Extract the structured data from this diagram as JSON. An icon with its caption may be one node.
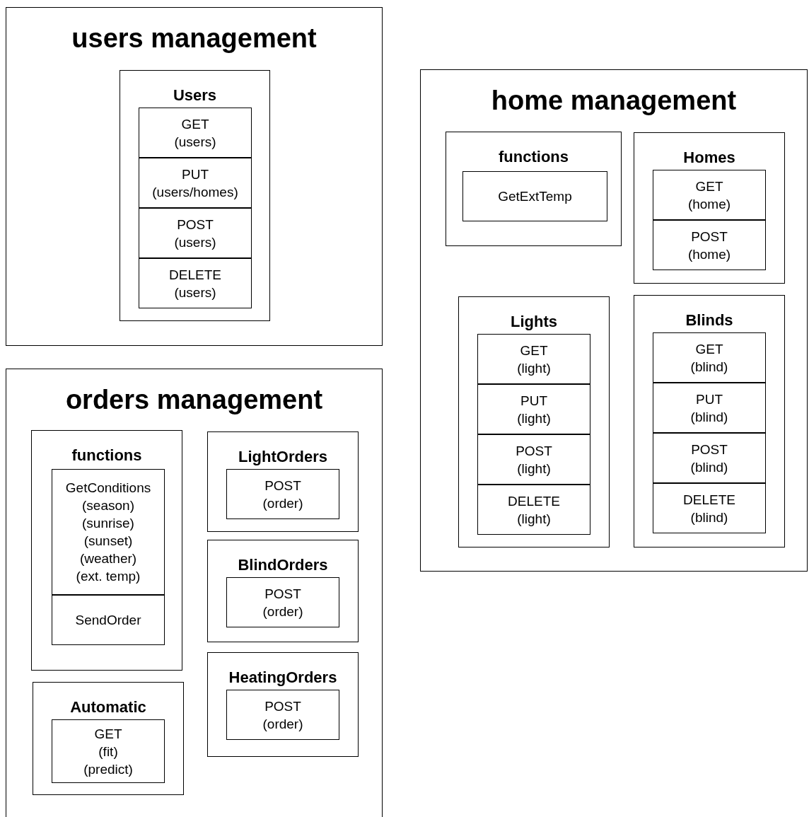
{
  "diagram": {
    "nodes": [
      {
        "text": [
          "users management"
        ]
      },
      {
        "text": [
          "Users"
        ],
        "in": 0
      },
      {
        "text": [
          "GET (users)"
        ],
        "in": 1
      },
      {
        "text": [
          "PUT (users/homes)"
        ],
        "in": 1
      },
      {
        "text": [
          "POST (users)"
        ],
        "in": 1
      },
      {
        "text": [
          "DELETE (users)"
        ],
        "in": 1
      },
      {
        "text": [
          "home management"
        ]
      },
      {
        "text": [
          "functions"
        ],
        "in": 6
      },
      {
        "text": [
          "GetExtTemp"
        ],
        "in": 7
      },
      {
        "text": [
          "Homes"
        ],
        "in": 6
      },
      {
        "text": [
          "GET (home)"
        ],
        "in": 9
      },
      {
        "text": [
          "POST (home)"
        ],
        "in": 9
      },
      {
        "text": [
          "Lights"
        ],
        "in": 6
      },
      {
        "text": [
          "GET (light)"
        ],
        "in": 12
      },
      {
        "text": [
          "PUT (light)"
        ],
        "in": 12
      },
      {
        "text": [
          "POST (light)"
        ],
        "in": 12
      },
      {
        "text": [
          "DELETE (light)"
        ],
        "in": 12
      },
      {
        "text": [
          "Blinds"
        ],
        "in": 6
      },
      {
        "text": [
          "GET (blind)"
        ],
        "in": 17
      },
      {
        "text": [
          "PUT (blind)"
        ],
        "in": 17
      },
      {
        "text": [
          "POST (blind)"
        ],
        "in": 17
      },
      {
        "text": [
          "DELETE (blind)"
        ],
        "in": 17
      },
      {
        "text": [
          "orders management"
        ]
      },
      {
        "text": [
          "functions"
        ],
        "in": 22
      },
      {
        "text": [
          "GetConditions (season) (sunrise) (sunset) (weather) (ext. temp)"
        ],
        "in": 23
      },
      {
        "text": [
          "SendOrder"
        ],
        "in": 23
      },
      {
        "text": [
          "LightOrders"
        ],
        "in": 22
      },
      {
        "text": [
          "POST (order)"
        ],
        "in": 26
      },
      {
        "text": [
          "BlindOrders"
        ],
        "in": 22
      },
      {
        "text": [
          "POST (order)"
        ],
        "in": 28
      },
      {
        "text": [
          "HeatingOrders"
        ],
        "in": 22
      },
      {
        "text": [
          "POST (order)"
        ],
        "in": 30
      },
      {
        "text": [
          "Automatic"
        ],
        "in": 22
      },
      {
        "text": [
          "GET (fit) (predict)"
        ],
        "in": 32
      }
    ]
  }
}
